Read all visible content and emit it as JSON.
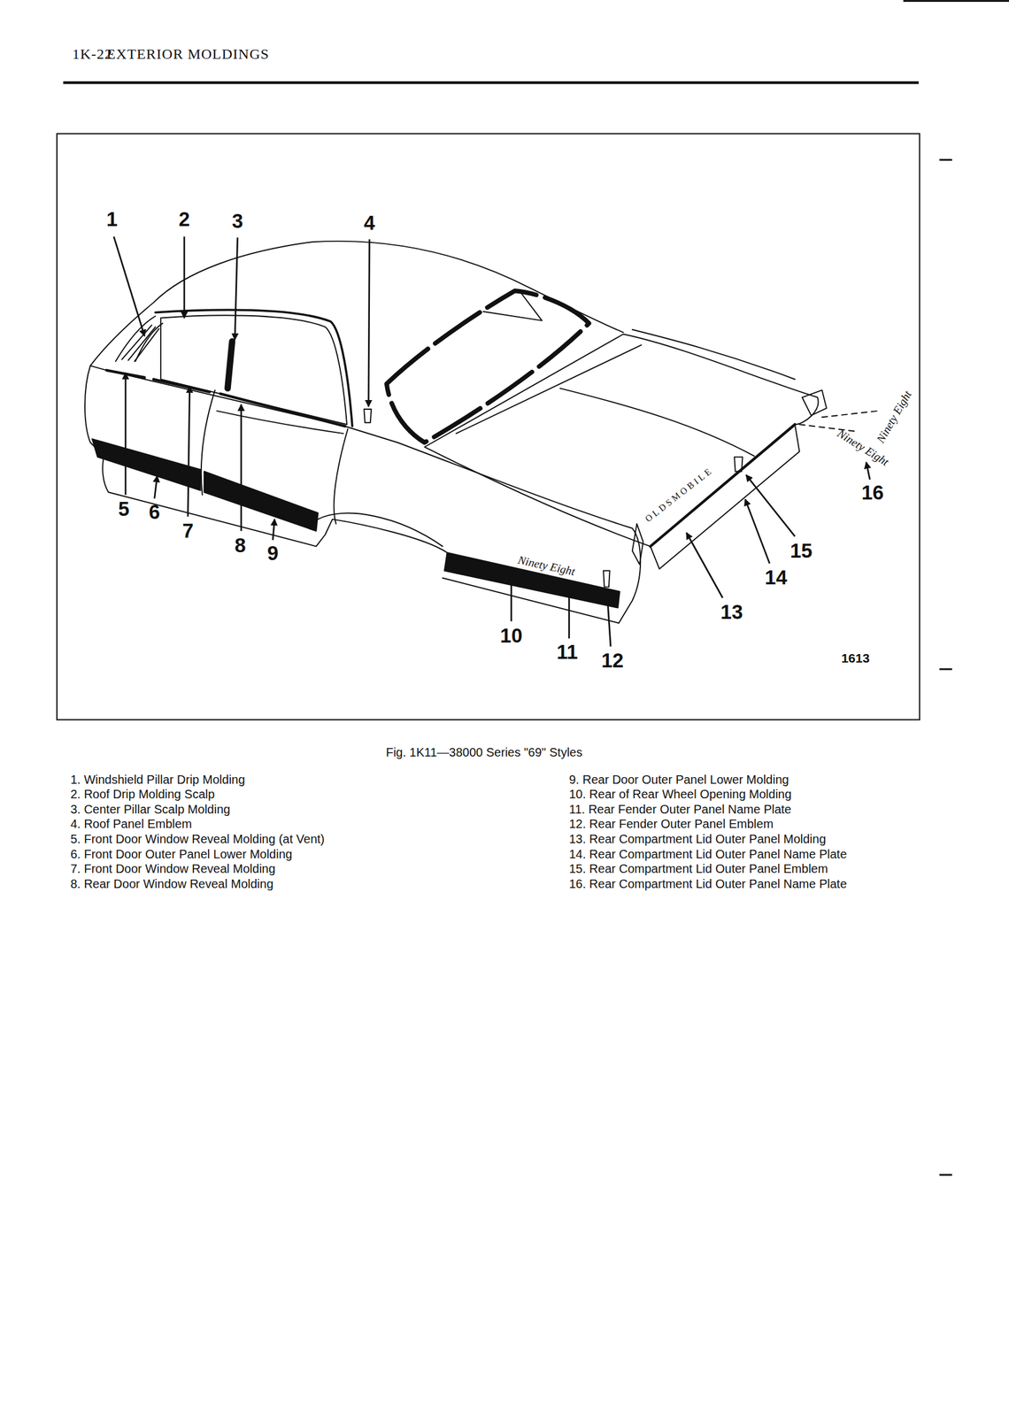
{
  "diagram": {
    "title": "EXTERIOR MOLDINGS",
    "caption": "Fig. 1K11—38000 Series \"69\" Styles",
    "labels": [
      "1K-22",
      "1",
      "2",
      "3",
      "4",
      "5",
      "6",
      "7",
      "8",
      "9",
      "10",
      "11",
      "12",
      "13",
      "14",
      "15",
      "16",
      "1613",
      "Ninety Eight",
      "OLDSMOBILE",
      "Ninety Eight",
      "Ninety Eight",
      "1. Windshield Pillar Drip Molding",
      "2. Roof Drip Molding Scalp",
      "3. Center Pillar Scalp Molding",
      "4. Roof Panel Emblem",
      "5. Front Door Window Reveal Molding (at Vent)",
      "6. Front Door Outer Panel Lower Molding",
      "7. Front Door Window Reveal Molding",
      "8. Rear Door Window Reveal Molding",
      "9. Rear Door Outer Panel Lower Molding",
      "10. Rear of Rear Wheel Opening Molding",
      "11. Rear Fender Outer Panel Name Plate",
      "12. Rear Fender Outer Panel Emblem",
      "13. Rear Compartment Lid Outer Panel Molding",
      "14. Rear Compartment Lid Outer Panel Name Plate",
      "15. Rear Compartment Lid Outer Panel Emblem",
      "16. Rear Compartment Lid Outer Panel Name Plate"
    ]
  }
}
